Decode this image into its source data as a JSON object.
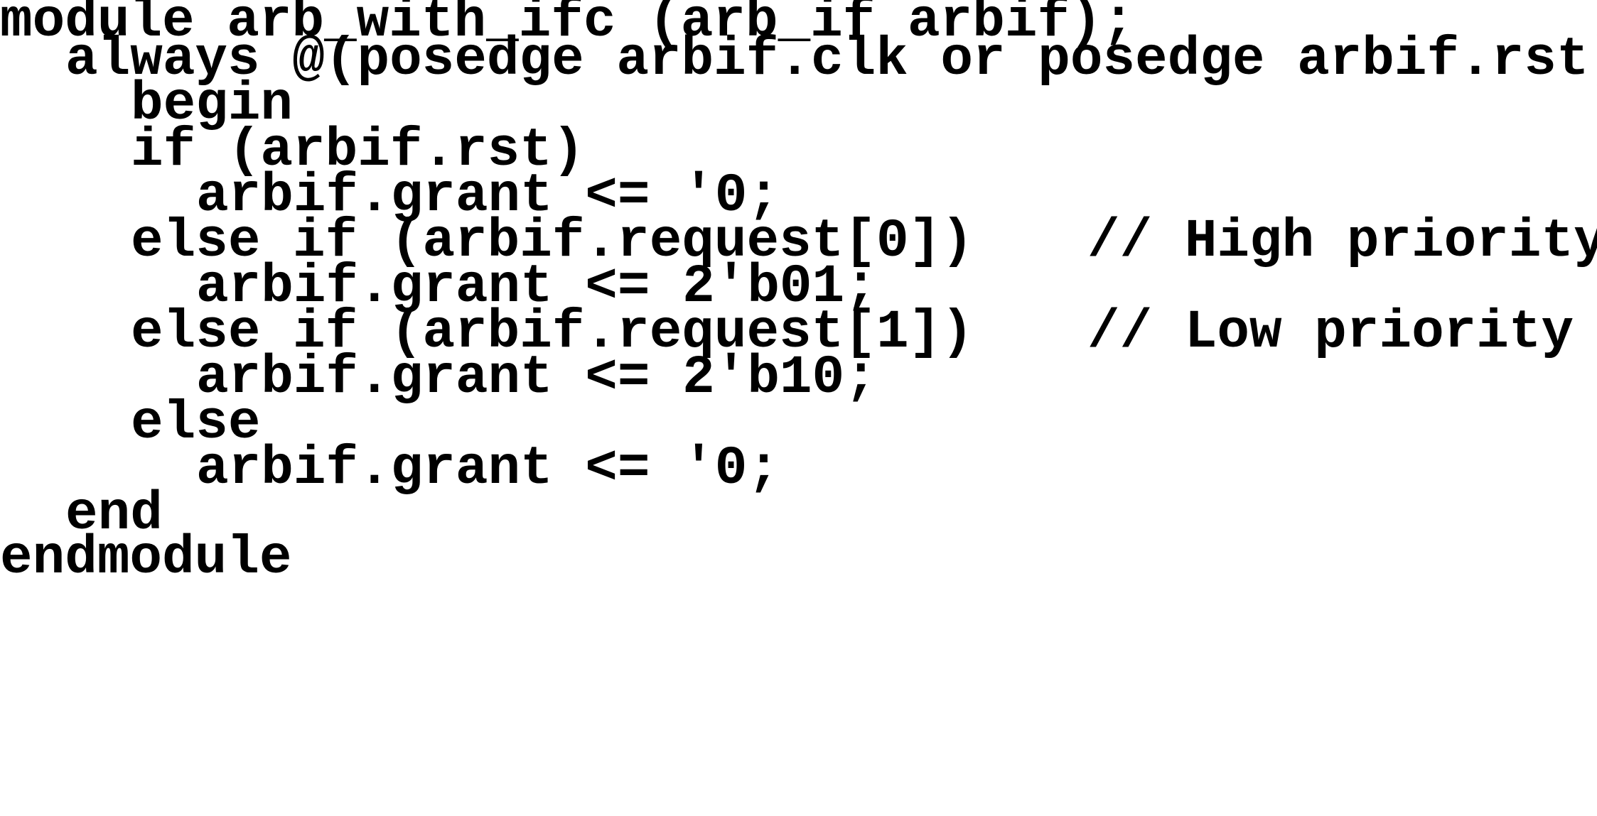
{
  "code": {
    "language": "SystemVerilog",
    "lines": [
      {
        "indent": 0,
        "code": "module arb_with_ifc (arb_if arbif);",
        "comment": ""
      },
      {
        "indent": 2,
        "code": "always @(posedge arbif.clk or posedge arbif.rst)",
        "comment": ""
      },
      {
        "indent": 4,
        "code": "begin",
        "comment": ""
      },
      {
        "indent": 4,
        "code": "if (arbif.rst)",
        "comment": ""
      },
      {
        "indent": 6,
        "code": "arbif.grant <= '0;",
        "comment": ""
      },
      {
        "indent": 4,
        "code": "else if (arbif.request[0])",
        "comment": "// High priority"
      },
      {
        "indent": 6,
        "code": "arbif.grant <= 2'b01;",
        "comment": ""
      },
      {
        "indent": 4,
        "code": "else if (arbif.request[1])",
        "comment": "// Low priority"
      },
      {
        "indent": 6,
        "code": "arbif.grant <= 2'b10;",
        "comment": ""
      },
      {
        "indent": 4,
        "code": "else",
        "comment": ""
      },
      {
        "indent": 6,
        "code": "arbif.grant <= '0;",
        "comment": ""
      },
      {
        "indent": 2,
        "code": "end",
        "comment": ""
      },
      {
        "indent": 0,
        "code": "endmodule",
        "comment": ""
      }
    ]
  }
}
